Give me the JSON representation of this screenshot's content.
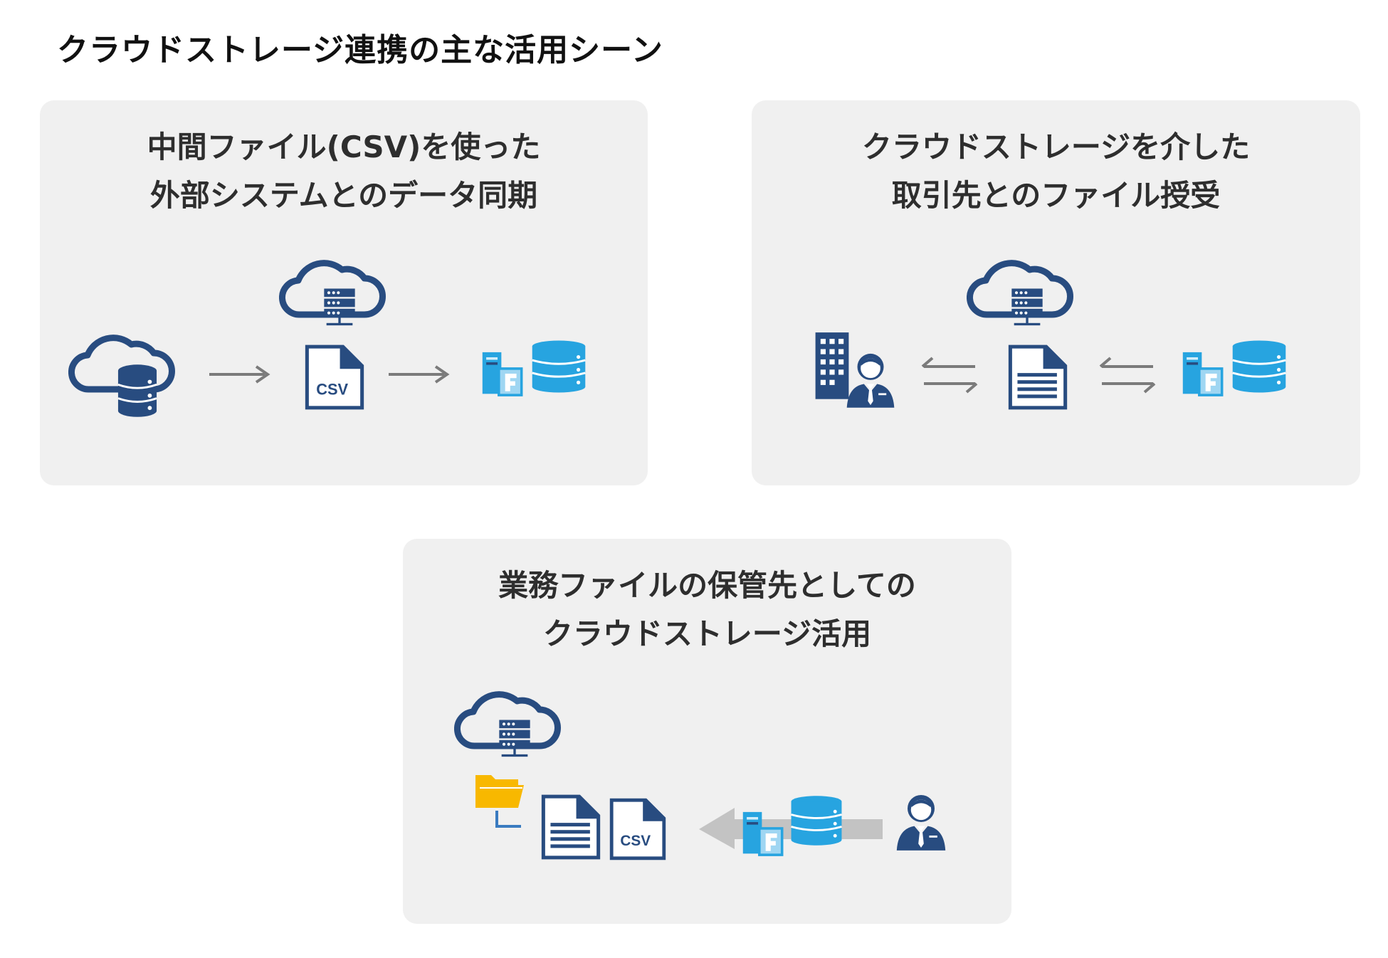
{
  "page": {
    "title": "クラウドストレージ連携の主な活用シーン"
  },
  "panels": [
    {
      "title_lines": [
        "中間ファイル(CSV)を使った",
        "外部システムとのデータ同期"
      ],
      "icons": [
        "cloud-database-icon",
        "cloud-server-icon",
        "csv-file-icon",
        "system-database-icon"
      ],
      "csv_label": "CSV"
    },
    {
      "title_lines": [
        "クラウドストレージを介した",
        "取引先とのファイル授受"
      ],
      "icons": [
        "business-partner-icon",
        "cloud-server-icon",
        "document-icon",
        "system-database-icon"
      ]
    },
    {
      "title_lines": [
        "業務ファイルの保管先としての",
        "クラウドストレージ活用"
      ],
      "icons": [
        "cloud-server-icon",
        "folder-icon",
        "document-icon",
        "csv-file-icon",
        "system-database-icon",
        "business-person-icon"
      ],
      "csv_label": "CSV"
    }
  ],
  "colors": {
    "navy": "#284C80",
    "sky": "#27A4E0",
    "arrow": "#7b7b7b",
    "wide_arrow": "#c3c3c3",
    "folder": "#F8B800",
    "panel_bg": "#f0f0f0"
  }
}
